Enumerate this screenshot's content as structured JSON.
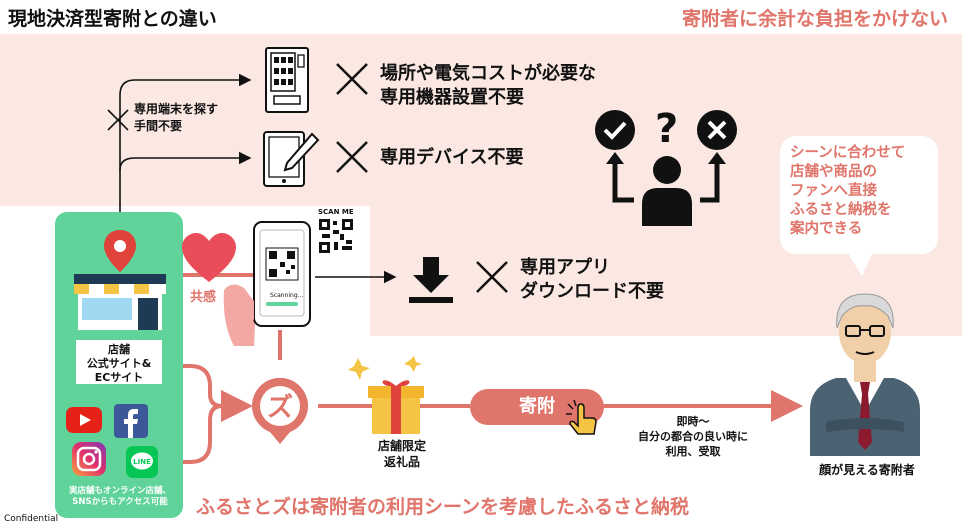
{
  "header": {
    "title": "現地決済型寄附との違い",
    "headline": "寄附者に余計な負担をかけない"
  },
  "items": {
    "cost_line1": "場所や電気コストが必要な",
    "cost_line2": "専用機器設置不要",
    "device": "専用デバイス不要",
    "app_line1": "専用アプリ",
    "app_line2": "ダウンロード不要",
    "search_line1": "専用端末を探す",
    "search_line2": "手間不要"
  },
  "bubble": {
    "line1": "シーンに合わせて",
    "line2": "店舗や商品の",
    "line3": "ファンへ直接",
    "line4": "ふるさと納税を",
    "line5": "案内できる"
  },
  "store": {
    "label_line1": "店舗",
    "label_line2": "公式サイト&",
    "label_line3": "ECサイト",
    "foot_line1": "実店舗もオンライン店舗、",
    "foot_line2": "SNSからもアクセス可能"
  },
  "phone": {
    "scan_me": "SCAN ME",
    "scanning": "Scanning..."
  },
  "flow": {
    "kyokan": "共感",
    "gift_line1": "店舗限定",
    "gift_line2": "返礼品",
    "donate": "寄附",
    "timing_line1": "即時〜",
    "timing_line2": "自分の都合の良い時に",
    "timing_line3": "利用、受取",
    "donor": "顔が見える寄附者"
  },
  "footer": {
    "tagline": "ふるさとズは寄附者の利用シーンを考慮したふるさと納税",
    "confidential": "Confidential"
  },
  "colors": {
    "accent": "#e0756b",
    "background": "#fbe8e3",
    "store_green": "#5fd39a"
  }
}
